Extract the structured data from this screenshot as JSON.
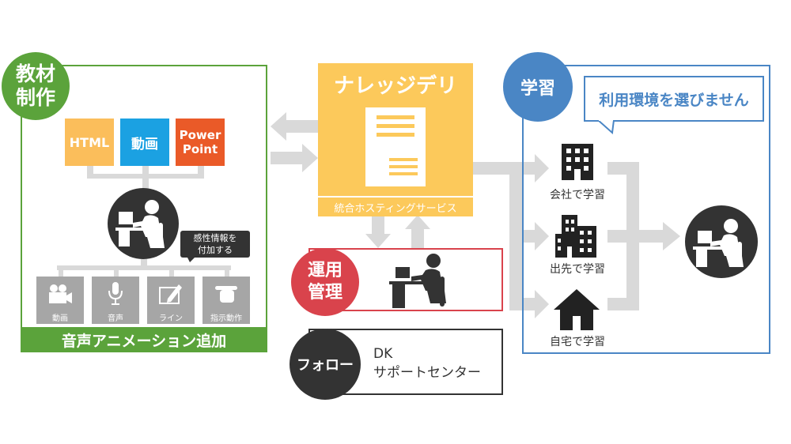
{
  "create": {
    "badge": "教材\n制作",
    "formats": [
      {
        "label": "HTML",
        "color": "#fbbe5b"
      },
      {
        "label": "動画",
        "color": "#1ba1e2"
      },
      {
        "label": "Power\nPoint",
        "color": "#ea5a28"
      }
    ],
    "bubble": "感性情報を\n付加する",
    "tools": [
      {
        "label": "動画",
        "icon": "video-camera-icon"
      },
      {
        "label": "音声",
        "icon": "microphone-icon"
      },
      {
        "label": "ライン",
        "icon": "pencil-icon"
      },
      {
        "label": "指示動作",
        "icon": "pointing-hand-icon"
      }
    ],
    "footer": "音声アニメーション追加",
    "accent": "#5ba33b"
  },
  "hosting": {
    "title": "ナレッジデリ",
    "caption": "統合ホスティングサービス",
    "color": "#fcc95b"
  },
  "ops": {
    "badge": "運用\n管理",
    "color": "#d9434c"
  },
  "follow": {
    "badge": "フォロー",
    "line1": "DK",
    "line2": "サポートセンター"
  },
  "learn": {
    "badge": "学習",
    "callout": "利用環境を選びません",
    "color": "#4a86c5",
    "places": [
      {
        "label": "会社で学習",
        "icon": "office-building-icon"
      },
      {
        "label": "出先で学習",
        "icon": "city-building-icon"
      },
      {
        "label": "自宅で学習",
        "icon": "house-icon"
      }
    ]
  }
}
